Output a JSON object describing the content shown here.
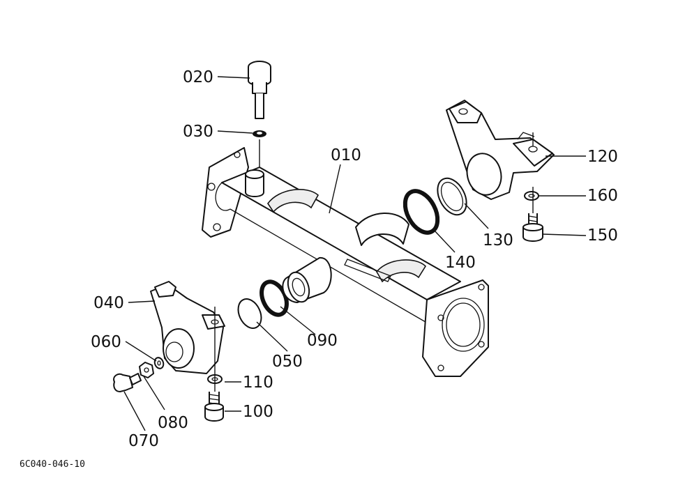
{
  "diagram": {
    "figure_code": "6C040-046-10",
    "parts": [
      {
        "id": "010",
        "label": "010"
      },
      {
        "id": "020",
        "label": "020"
      },
      {
        "id": "030",
        "label": "030"
      },
      {
        "id": "040",
        "label": "040"
      },
      {
        "id": "050",
        "label": "050"
      },
      {
        "id": "060",
        "label": "060"
      },
      {
        "id": "070",
        "label": "070"
      },
      {
        "id": "080",
        "label": "080"
      },
      {
        "id": "090",
        "label": "090"
      },
      {
        "id": "100",
        "label": "100"
      },
      {
        "id": "110",
        "label": "110"
      },
      {
        "id": "120",
        "label": "120"
      },
      {
        "id": "130",
        "label": "130"
      },
      {
        "id": "140",
        "label": "140"
      },
      {
        "id": "150",
        "label": "150"
      },
      {
        "id": "160",
        "label": "160"
      }
    ]
  }
}
